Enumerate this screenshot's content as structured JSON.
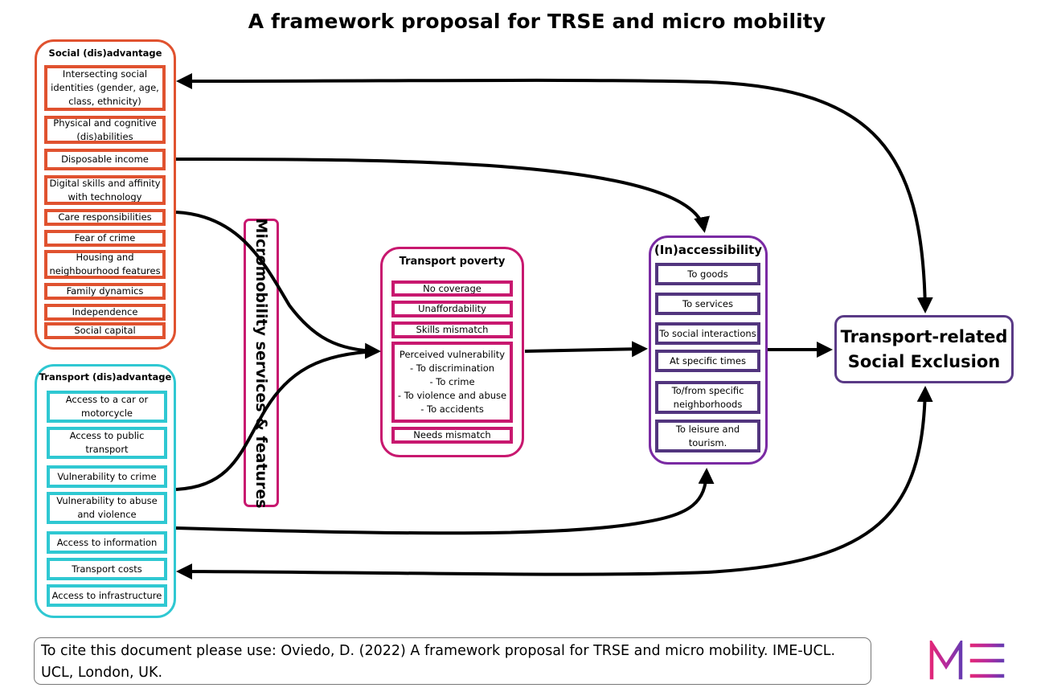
{
  "title": "A framework proposal for TRSE and micro mobility",
  "social": {
    "title": "Social (dis)advantage",
    "items": [
      "Intersecting social\nidentities (gender, age,\nclass, ethnicity)",
      "Physical and cognitive\n(dis)abilities",
      "Disposable income",
      "Digital skills and affinity\nwith technology",
      "Care responsibilities",
      "Fear of crime",
      "Housing and\nneighbourhood features",
      "Family dynamics",
      "Independence",
      "Social capital"
    ]
  },
  "transport": {
    "title": "Transport (dis)advantage",
    "items": [
      "Access to a car or\nmotorcycle",
      "Access to public\ntransport",
      "Vulnerability to crime",
      "Vulnerability to abuse\nand violence",
      "Access to information",
      "Transport costs",
      "Access to infrastructure"
    ]
  },
  "micromobility": {
    "label": "Micromobility services & features"
  },
  "poverty": {
    "title": "Transport poverty",
    "items": [
      "No coverage",
      "Unaffordability",
      "Skills mismatch",
      "Perceived vulnerability\n- To discrimination\n- To crime\n- To violence and abuse\n- To accidents",
      "Needs mismatch"
    ]
  },
  "accessibility": {
    "title": "(In)accessibility",
    "items": [
      "To goods",
      "To services",
      "To social interactions",
      "At specific times",
      "To/from specific\nneighborhoods",
      "To leisure and\ntourism."
    ]
  },
  "outcome": {
    "label": "Transport-related\nSocial Exclusion"
  },
  "citation": "To cite this document please use: Oviedo, D. (2022) A framework proposal for TRSE and micro mobility. IME-UCL. UCL, London, UK.",
  "colors": {
    "social": "#e0522f",
    "transport": "#2fc8d2",
    "poverty": "#c8186f",
    "accessibility": "#7a2aa3",
    "logo_pink": "#e0287a",
    "logo_purple": "#6a3ab0"
  }
}
